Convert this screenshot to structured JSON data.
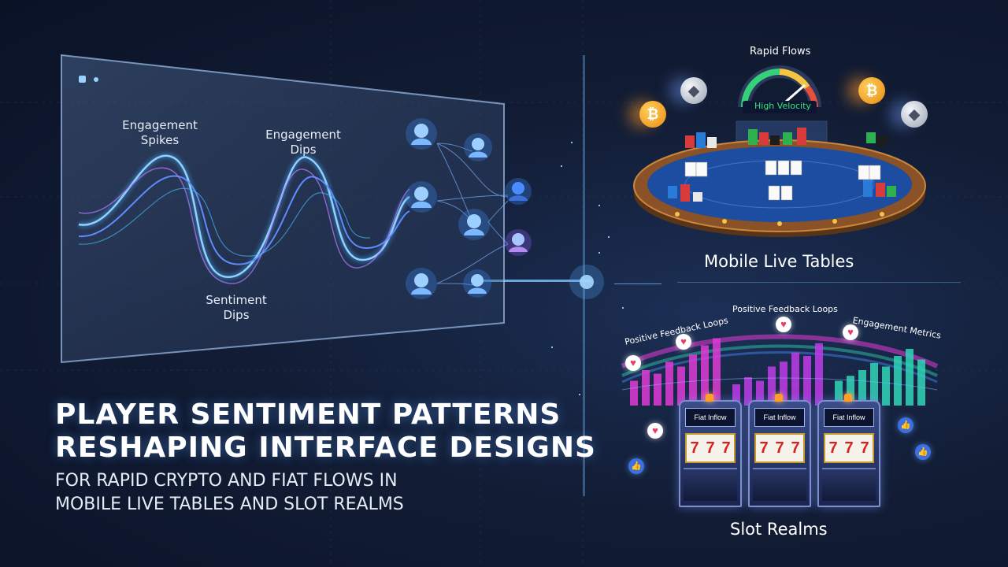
{
  "headline": {
    "line1": "PLAYER SENTIMENT PATTERNS",
    "line2": "RESHAPING INTERFACE DESIGNS",
    "sub_line1": "FOR RAPID CRYPTO AND FIAT FLOWS IN",
    "sub_line2": "MOBILE LIVE TABLES AND SLOT REALMS"
  },
  "sentiment_panel": {
    "spikes_label": "Engagement\nSpikes",
    "dips_label": "Engagement\nDips",
    "sentiment_label": "Sentiment\nDips"
  },
  "live_tables": {
    "rapid_flows": "Rapid Flows",
    "gauge_text": "High Velocity",
    "section_label": "Mobile Live Tables",
    "coin_btc": "₿",
    "coin_eth": "◆"
  },
  "slot_realms": {
    "loops_left": "Positive Feedback Loops",
    "loops_center": "Positive Feedback Loops",
    "metrics_label": "Engagement Metrics",
    "machine_screen_1": "Fiat Inflow",
    "machine_screen_2": "Fiat Inflow",
    "machine_screen_3": "Fiat Inflow",
    "reel_symbol": "7",
    "section_label": "Slot Realms",
    "bars_pink": [
      0.35,
      0.5,
      0.45,
      0.62,
      0.55,
      0.72,
      0.85,
      0.95
    ],
    "bars_magenta": [
      0.3,
      0.4,
      0.35,
      0.55,
      0.62,
      0.75,
      0.7,
      0.88
    ],
    "bars_teal": [
      0.35,
      0.42,
      0.5,
      0.6,
      0.55,
      0.7,
      0.8,
      0.65
    ]
  },
  "colors": {
    "accent_blue": "#4aa8ff",
    "accent_pink": "#e23bd6",
    "accent_teal": "#2fd6b8",
    "felt": "#1c4da0",
    "rail": "#7a4a22"
  }
}
